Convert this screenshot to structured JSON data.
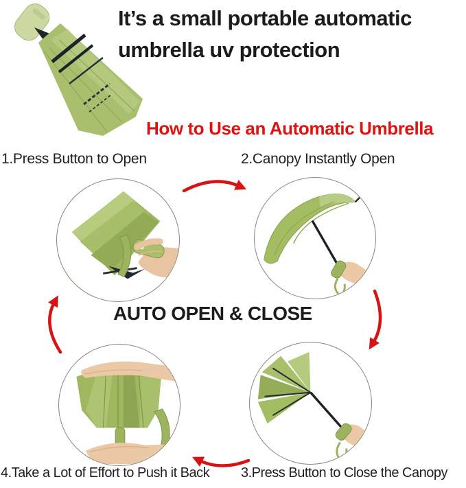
{
  "colors": {
    "accent_red": "#e01111",
    "arrow_red": "#d71414",
    "headline_black": "#1d1a19",
    "umbrella_green": "#a3bd62"
  },
  "hero": {
    "headline_line1": "It’s a small portable automatic",
    "headline_line2": "umbrella uv protection",
    "product_image": "folded-green-umbrella-with-dark-stripes"
  },
  "section": {
    "heading": "How to Use an Automatic Umbrella"
  },
  "diagram": {
    "center_label": "AUTO OPEN & CLOSE",
    "steps": [
      {
        "label": "1.Press Button to Open",
        "image": "hand-pressing-button-on-folded-umbrella"
      },
      {
        "label": "2.Canopy Instantly Open",
        "image": "open-green-umbrella-held-by-hand"
      },
      {
        "label": "3.Press Button to Close the Canopy",
        "image": "half-closed-umbrella-held-by-hand"
      },
      {
        "label": "4.Take a Lot of Effort to Push it Back",
        "image": "two-hands-pushing-folded-umbrella-together"
      }
    ],
    "arrows": [
      "arrow-step1-to-step2",
      "arrow-step2-to-step3",
      "arrow-step3-to-step4",
      "arrow-step4-to-step1"
    ]
  }
}
